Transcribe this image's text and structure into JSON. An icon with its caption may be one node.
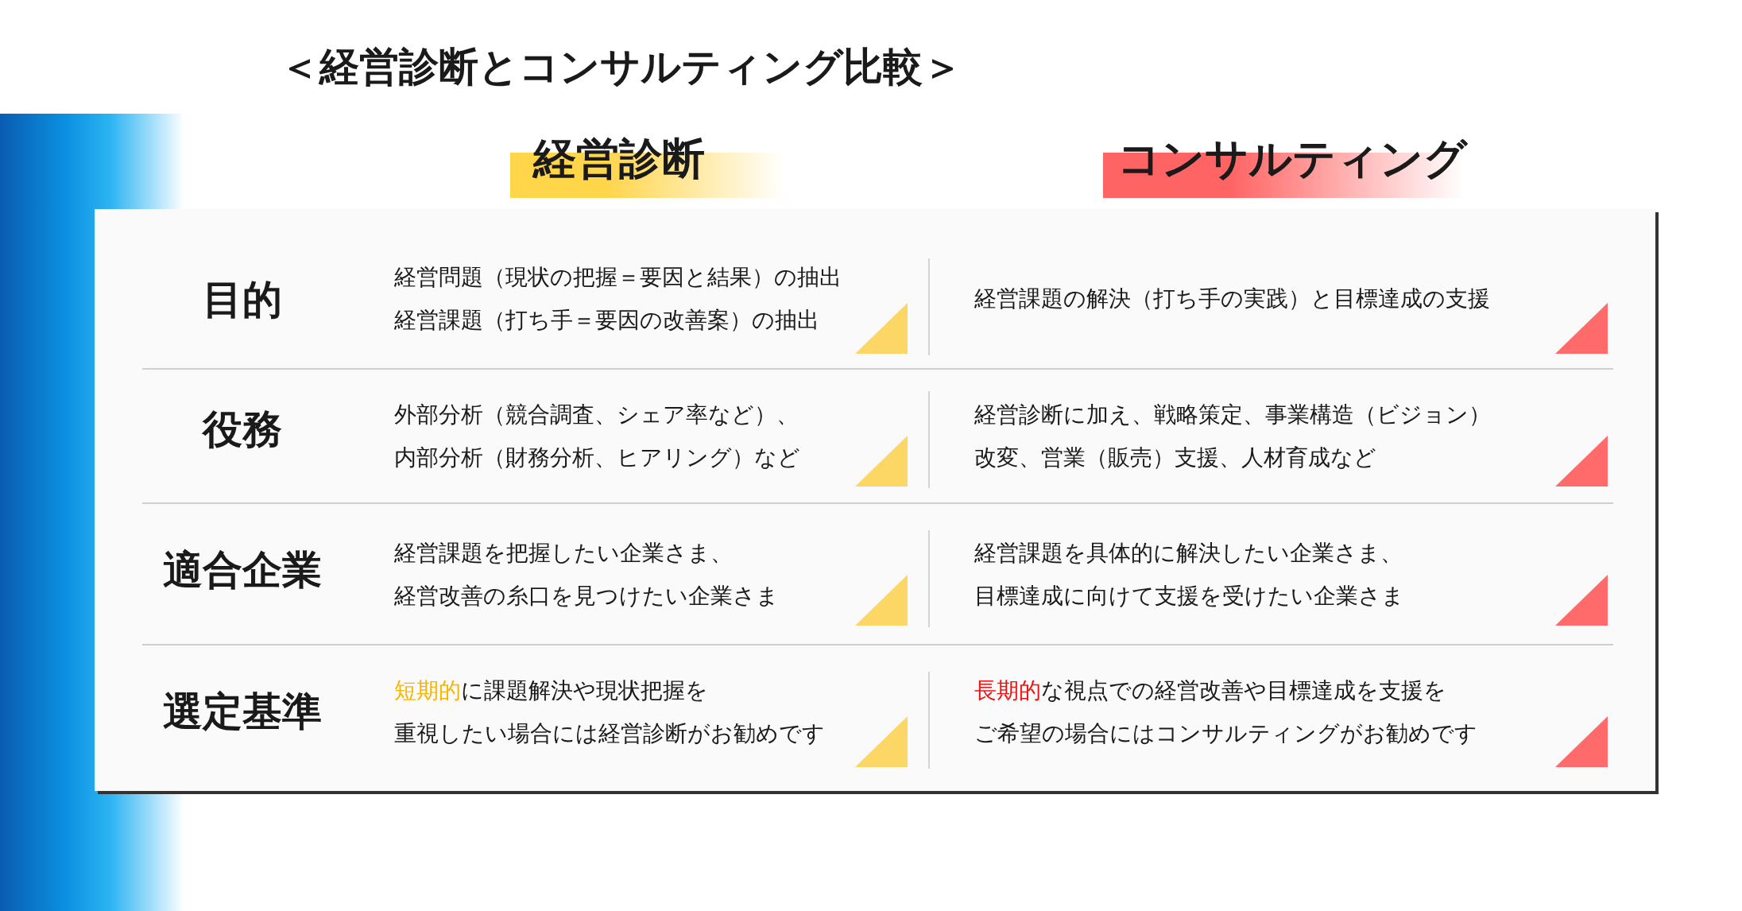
{
  "diagram": {
    "title": "＜経営診断とコンサルティング比較＞",
    "nodes": [
      {
        "text": [
          "経営診断"
        ]
      },
      {
        "text": [
          "コンサルティング"
        ]
      }
    ],
    "labels": [
      "目的",
      "経営問題（現状の把握＝要因と結果）の抽出経営課題（打ち手＝要因の改善案）の抽出",
      "経営課題の解決（打ち手の実践）と目標達成の支援",
      "役務",
      "外部分析（競合調査、シェア率など）、内部分析（財務分析、ヒアリング）など",
      "経営診断に加え、戦略策定、事業構造（ビジョン）改変、営業（販売）支援、人材育成など",
      "適合企業",
      "経営課題を把握したい企業さま、経営改善の糸口を見つけたい企業さま",
      "経営課題を具体的に解決したい企業さま、目標達成に向けて支援を受けたい企業さま",
      "選定基準",
      "**短期的**に課題解決や現状把握を重視したい場合には経営診断がお勧めです",
      "**長期的**な視点での経営改善や目標達成を支援をご希望の場合にはコンサルティングがお勧めです"
    ]
  }
}
